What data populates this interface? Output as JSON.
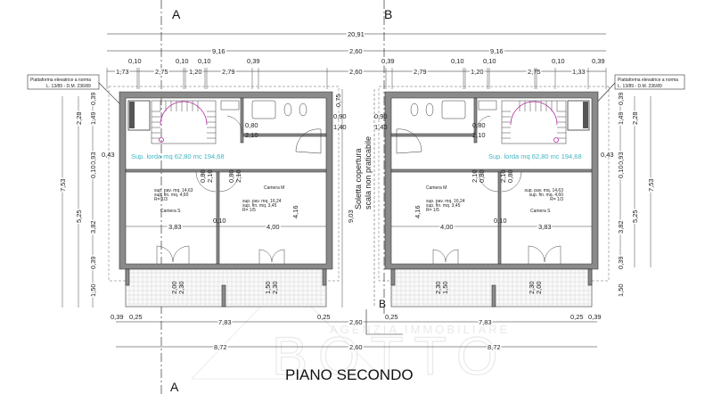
{
  "title": "PIANO SECONDO",
  "watermark": {
    "line1": "AGENZIA IMMOBILIARE",
    "line2": "BOTTO"
  },
  "sections": {
    "a_top": "A",
    "b_top": "B",
    "a_bottom": "A",
    "b_bottom": "B"
  },
  "colors": {
    "area_text": "#3fb6c2",
    "wall": "#8a8a8a",
    "stair_arc": "#b0279f"
  },
  "top_dims": {
    "total": "20,91",
    "left_width": "9,16",
    "middle": "2,60",
    "right_width": "9,16",
    "left_detail": [
      "1,73",
      "0,10",
      "2,75",
      "0,10",
      "1,20",
      "0,10",
      "2,79",
      "0,39"
    ],
    "middle_detail": "2,60",
    "right_detail": [
      "0,39",
      "2,79",
      "0,10",
      "1,20",
      "0,10",
      "2,75",
      "0,10",
      "1,33",
      "0,39"
    ]
  },
  "bottom_dims": {
    "row1_left": [
      "0,39",
      "0,25",
      "7,83",
      "0,25"
    ],
    "row1_middle": "2,60",
    "row1_right": [
      "0,25",
      "7,83",
      "0,25",
      "0,39"
    ],
    "row2": [
      "8,72",
      "2,60",
      "8,72"
    ]
  },
  "side_dims": {
    "outer": "7,53",
    "mid": [
      "2,28",
      "5,25"
    ],
    "inner": [
      "0,39",
      "1,49",
      "0,93",
      "0,10",
      "3,82",
      "0,39",
      "1,50"
    ],
    "wall_offset": "0,43"
  },
  "note": {
    "line1": "Piattaforma elevatrice a norma",
    "line2": "L. 13/89 - D.M. 236/89"
  },
  "center": {
    "line1": "Soletta copertura",
    "line2": "scala non praticabile",
    "height": "9,03",
    "top_dims": [
      "0,75",
      "0,90",
      "1,40"
    ]
  },
  "units": {
    "area": "Sup. lorda mq 62,80 mc 194,68",
    "camera_s": {
      "name": "Camera S",
      "pav": "sup. pav. mq. 14,63",
      "fin": "sup. fin. mq. 4,60",
      "r": "R= 1/3",
      "width": "3,83"
    },
    "camera_m": {
      "name": "Camera M",
      "pav": "sup. pav. mq. 16,24",
      "fin": "sup. fin. mq. 3,45",
      "r": "R= 1/5",
      "width": "4,00",
      "depth": "4,16"
    },
    "partition": "0,10",
    "door_dims": [
      "0,80",
      "2,10"
    ],
    "bath_dims": [
      "0,80",
      "2,10"
    ],
    "window_s": [
      "2,00",
      "2,30"
    ],
    "window_m": [
      "1,50",
      "2,30"
    ]
  }
}
